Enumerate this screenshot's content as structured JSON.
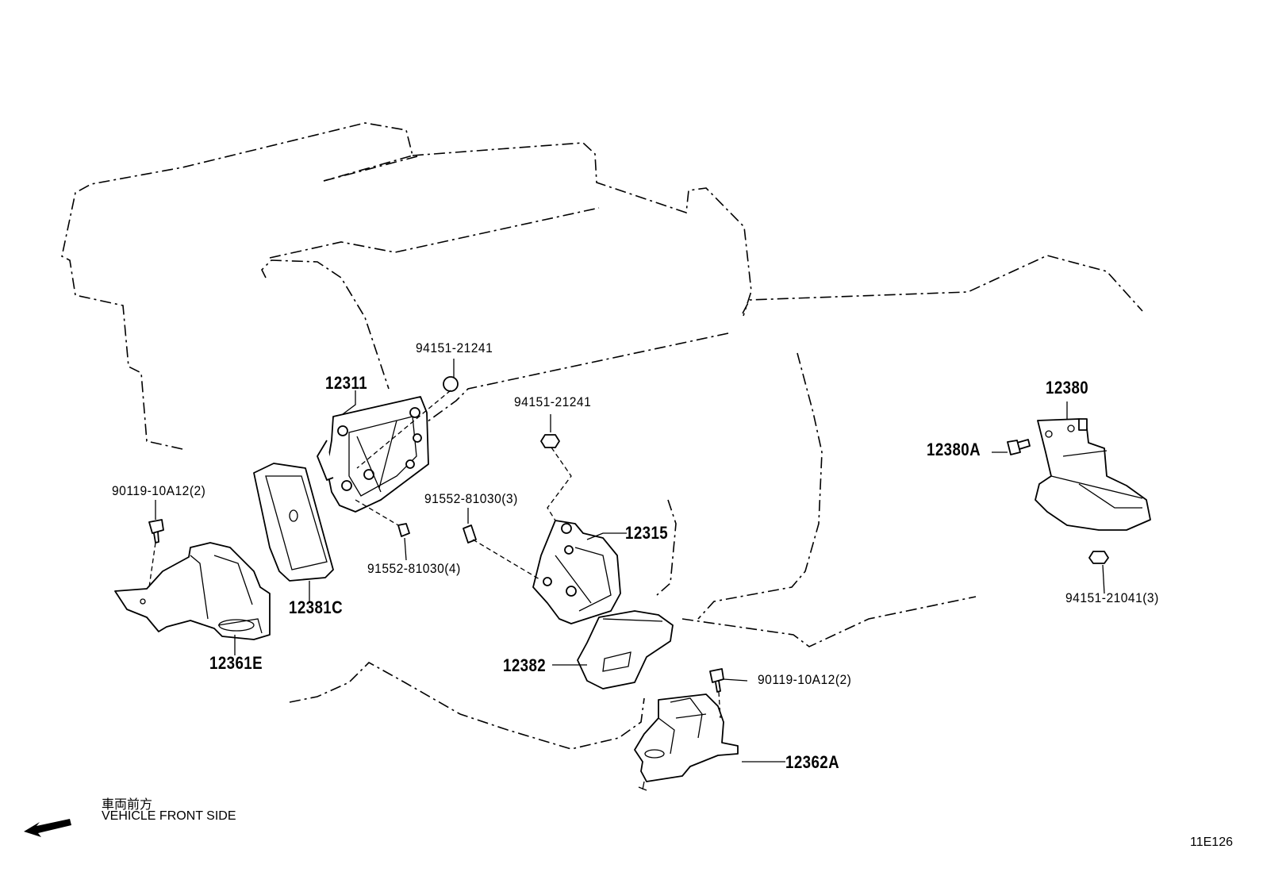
{
  "diagram": {
    "reference_code": "11E126",
    "direction": {
      "label_jp": "車両前方",
      "label_en": "VEHICLE FRONT SIDE"
    },
    "callouts": [
      {
        "id": "12311",
        "text": "12311"
      },
      {
        "id": "94151-21241-a",
        "text": "94151-21241"
      },
      {
        "id": "94151-21241-b",
        "text": "94151-21241"
      },
      {
        "id": "91552-81030-3",
        "text": "91552-81030(3)"
      },
      {
        "id": "91552-81030-4",
        "text": "91552-81030(4)"
      },
      {
        "id": "12315",
        "text": "12315"
      },
      {
        "id": "90119-10A12-left",
        "text": "90119-10A12(2)"
      },
      {
        "id": "12381C",
        "text": "12381C"
      },
      {
        "id": "12361E",
        "text": "12361E"
      },
      {
        "id": "12382",
        "text": "12382"
      },
      {
        "id": "90119-10A12-right",
        "text": "90119-10A12(2)"
      },
      {
        "id": "12362A",
        "text": "12362A"
      },
      {
        "id": "12380",
        "text": "12380"
      },
      {
        "id": "12380A",
        "text": "12380A"
      },
      {
        "id": "94151-21041",
        "text": "94151-21041(3)"
      }
    ]
  }
}
